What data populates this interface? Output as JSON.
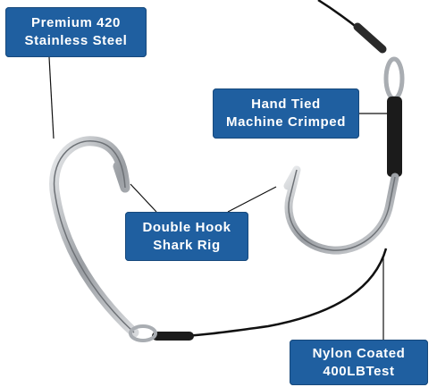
{
  "product_image": {
    "subject": "double-hook-shark-rig",
    "colors": {
      "callout_bg": "#1f5fa0",
      "callout_text": "#ffffff",
      "hook": "#b9bcc0",
      "cable": "#111111"
    }
  },
  "callouts": {
    "material": {
      "line1": "Premium 420",
      "line2": "Stainless Steel"
    },
    "crimp": {
      "line1": "Hand Tied",
      "line2": "Machine Crimped"
    },
    "rig": {
      "line1": "Double Hook",
      "line2": "Shark Rig"
    },
    "cable": {
      "line1": "Nylon Coated",
      "line2": "400LBTest"
    }
  }
}
